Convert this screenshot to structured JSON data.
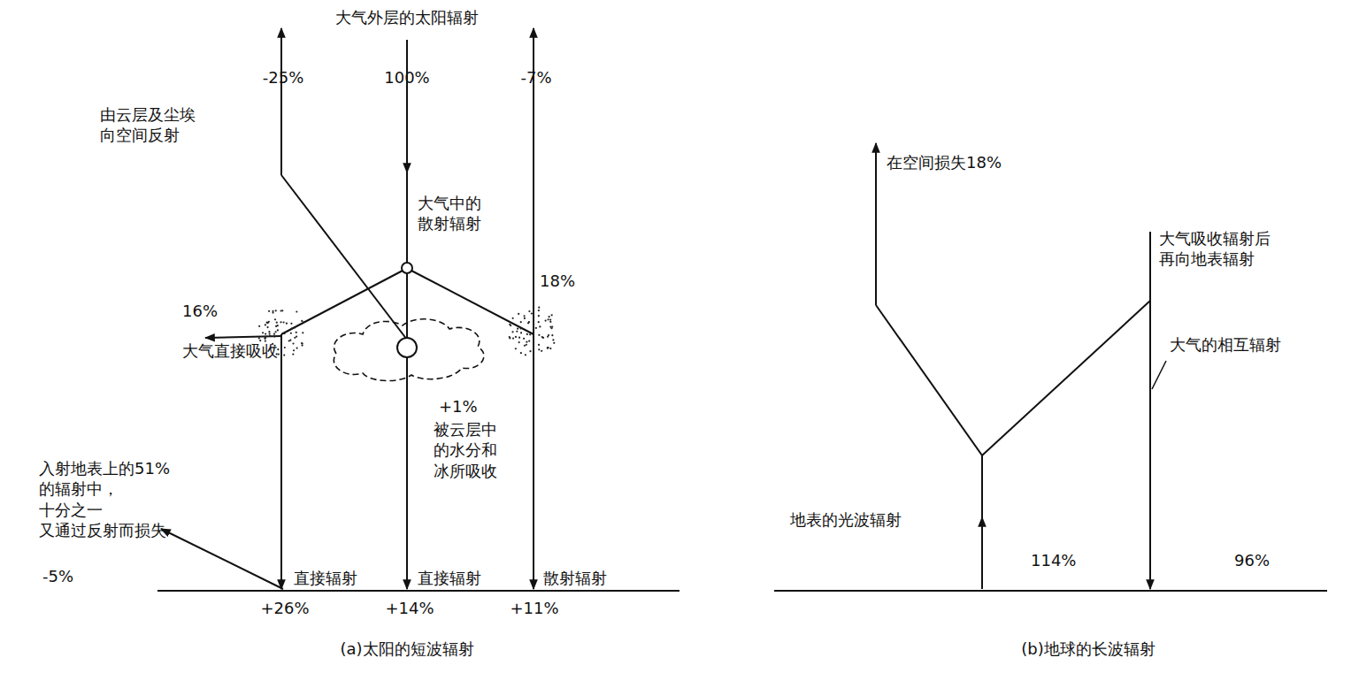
{
  "diagram": {
    "labels": [
      "大气外层的太阳辐射",
      "-25%",
      "100%",
      "-7%",
      "由云层及尘埃 向空间反射",
      "大气中的 散射辐射",
      "18%",
      "16%",
      "大气直接吸收",
      "+1%",
      "被云层中 的水分和 冰所吸收",
      "入射地表上的51% 的辐射中，十分之一 又通过反射而损失",
      "-5%",
      "直接辐射",
      "直接辐射",
      "散射辐射",
      "+26%",
      "+14%",
      "+11%",
      "(a)太阳的短波辐射",
      "在空间损失18%",
      "大气吸收辐射后 再向地表辐射",
      "大气的相互辐射",
      "地表的光波辐射",
      "114%",
      "96%",
      "(b)地球的长波辐射"
    ]
  }
}
